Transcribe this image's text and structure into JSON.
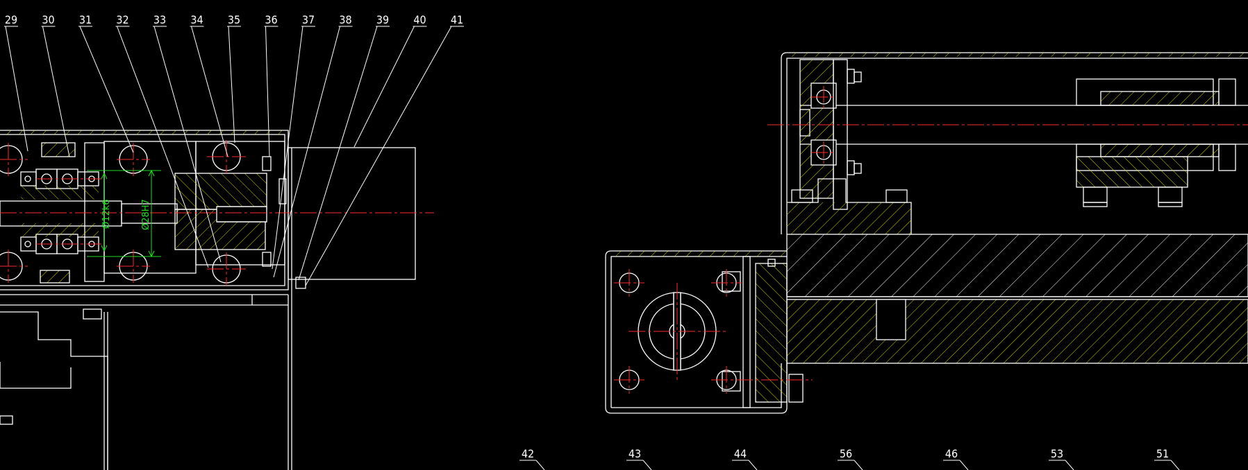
{
  "drawing": {
    "background": "#000000",
    "line_color": "#ffffff",
    "centerline_color": "#ff2a2a",
    "hatch_color": "#d8d800",
    "dimension_color": "#22dd22"
  },
  "balloons_top": [
    "29",
    "30",
    "31",
    "32",
    "33",
    "34",
    "35",
    "36",
    "37",
    "38",
    "39",
    "40",
    "41"
  ],
  "balloons_bottom": [
    "42",
    "43",
    "44",
    "56",
    "46",
    "53",
    "51"
  ],
  "dimensions": {
    "small_bore": "Ø12k6",
    "large_bore": "Ø28H7"
  }
}
